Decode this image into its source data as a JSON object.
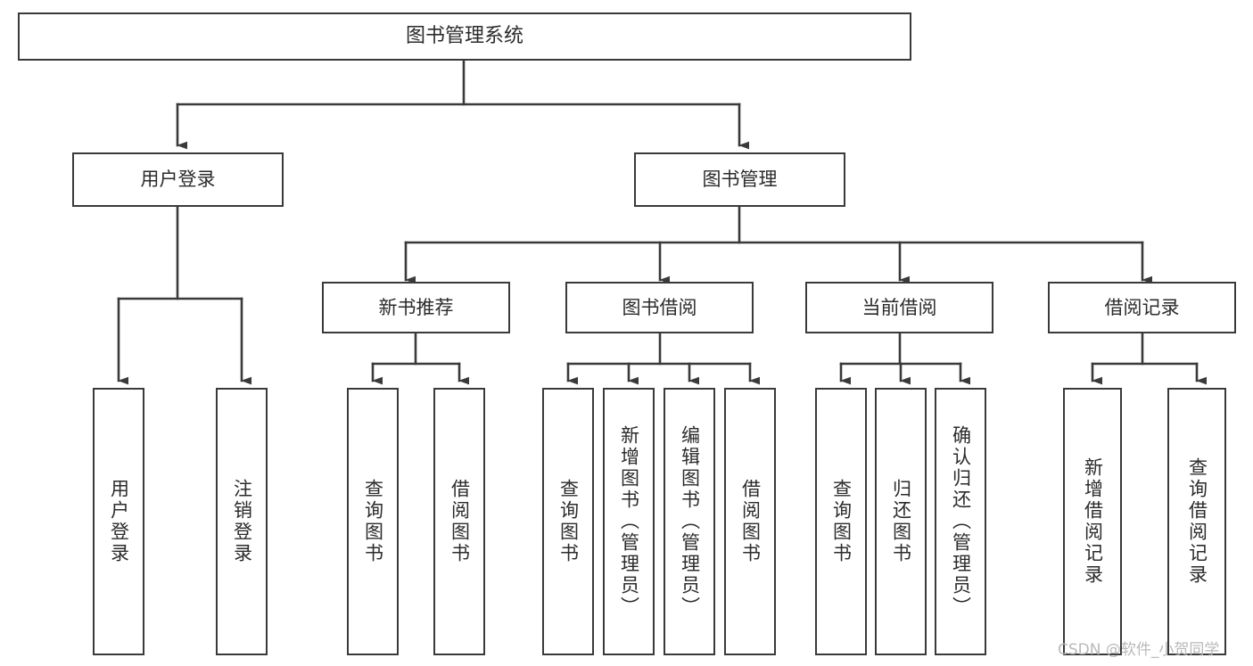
{
  "diagram": {
    "title": "图书管理系统",
    "type": "tree",
    "orientation": "top-down",
    "colors": {
      "box_border": "#3a3a3a",
      "box_fill": "#ffffff",
      "connector": "#3a3a3a",
      "text": "#2b2b2b",
      "watermark": "#b9b9b9",
      "background": "#ffffff"
    }
  },
  "watermark": {
    "text": "CSDN @软件_小贺同学"
  },
  "nodes": {
    "root": {
      "label": "图书管理系统",
      "level": 1
    },
    "level2": [
      {
        "id": "user-login",
        "label": "用户登录"
      },
      {
        "id": "book-manage",
        "label": "图书管理"
      }
    ],
    "level3": [
      {
        "id": "new-book-recommend",
        "label": "新书推荐"
      },
      {
        "id": "book-borrow",
        "label": "图书借阅"
      },
      {
        "id": "current-borrow",
        "label": "当前借阅"
      },
      {
        "id": "borrow-record",
        "label": "借阅记录"
      }
    ],
    "leaves": {
      "user_login": [
        {
          "id": "leaf-user-login",
          "label": "用户登录"
        },
        {
          "id": "leaf-logout-login",
          "label": "注销登录"
        }
      ],
      "new_book_recommend": [
        {
          "id": "leaf-query-book-1",
          "label": "查询图书"
        },
        {
          "id": "leaf-borrow-book-1",
          "label": "借阅图书"
        }
      ],
      "book_borrow": [
        {
          "id": "leaf-query-book-2",
          "label": "查询图书"
        },
        {
          "id": "leaf-add-book",
          "label": "新增图书（管理员）"
        },
        {
          "id": "leaf-edit-book",
          "label": "编辑图书（管理员）"
        },
        {
          "id": "leaf-borrow-book-2",
          "label": "借阅图书"
        }
      ],
      "current_borrow": [
        {
          "id": "leaf-query-book-3",
          "label": "查询图书"
        },
        {
          "id": "leaf-return-book",
          "label": "归还图书"
        },
        {
          "id": "leaf-confirm-return",
          "label": "确认归还（管理员）"
        }
      ],
      "borrow_record": [
        {
          "id": "leaf-add-record",
          "label": "新增借阅记录"
        },
        {
          "id": "leaf-query-record",
          "label": "查询借阅记录"
        }
      ]
    }
  }
}
